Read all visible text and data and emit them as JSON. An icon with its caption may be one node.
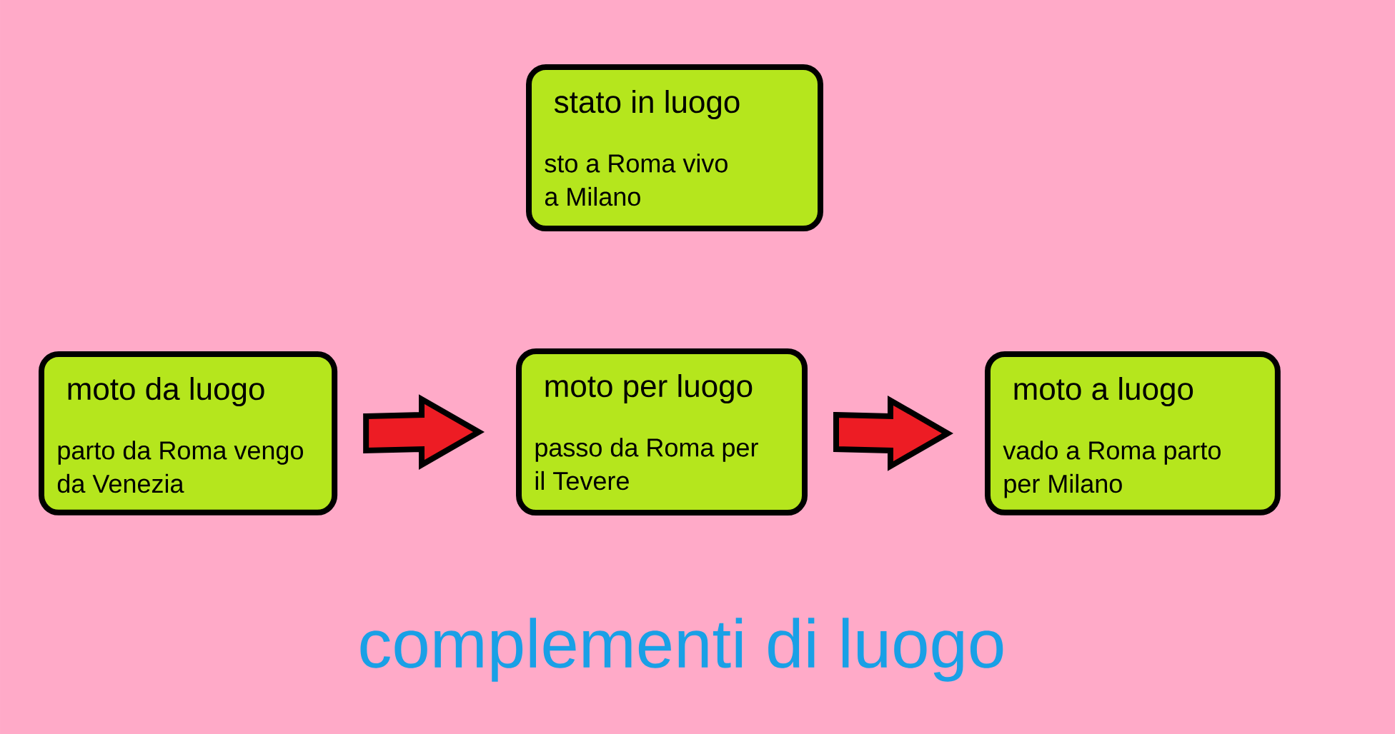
{
  "diagram": {
    "caption": "complementi di luogo",
    "nodes": [
      {
        "text": [
          "stato in luogo",
          "sto a Roma vivo a Milano"
        ]
      },
      {
        "text": [
          "moto da luogo",
          "parto da Roma vengo da Venezia"
        ]
      },
      {
        "text": [
          "moto per luogo",
          "passo da Roma per il Tevere"
        ]
      },
      {
        "text": [
          "moto a luogo",
          "vado a Roma parto per Milano"
        ]
      }
    ],
    "edges": [
      {
        "from": 1,
        "to": 2,
        "arrow": "to"
      },
      {
        "from": 2,
        "to": 3,
        "arrow": "to"
      }
    ]
  }
}
